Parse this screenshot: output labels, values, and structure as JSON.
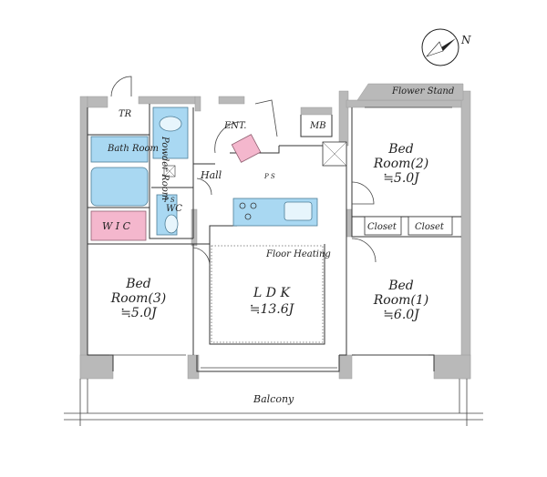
{
  "labels": {
    "flower_stand": "Flower Stand",
    "tr": "TR",
    "mb": "MB",
    "ent": "ENT.",
    "ps_top": "P S",
    "ps_wc": "P S",
    "powder_room": "Powder Room",
    "bath_room": "Bath Room",
    "hall": "Hall",
    "wc": "WC",
    "wic": "W I C",
    "closet1": "Closet",
    "closet2": "Closet",
    "floor_heating": "Floor Heating",
    "balcony": "Balcony"
  },
  "rooms": {
    "bed2": {
      "name": "Bed",
      "sub": "Room(2)",
      "size": "≒5.0J"
    },
    "bed3": {
      "name": "Bed",
      "sub": "Room(3)",
      "size": "≒5.0J"
    },
    "bed1": {
      "name": "Bed",
      "sub": "Room(1)",
      "size": "≒6.0J"
    },
    "ldk": {
      "name": "L D K",
      "size": "≒13.6J"
    }
  },
  "compass": {
    "label": "N",
    "icon": "north-arrow-icon"
  },
  "colors": {
    "wet_area": "#a9d8f2",
    "storage": "#f4b7cd",
    "wall": "#b9b9b9"
  }
}
